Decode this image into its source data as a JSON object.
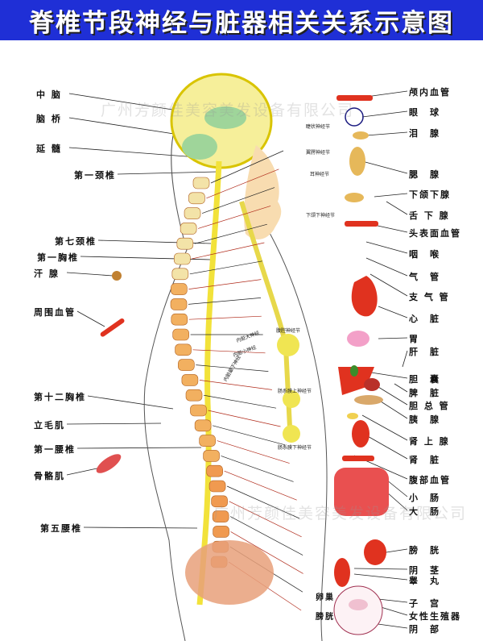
{
  "title": "脊椎节段神经与脏器相关关系示意图",
  "watermark": "广州芳颜佳美容美发设备有限公司",
  "left_labels": [
    "中 脑",
    "脑 桥",
    "延 髓",
    "第一颈椎",
    "第七颈椎",
    "第一胸椎",
    "汗 腺",
    "周围血管",
    "第十二胸椎",
    "立毛肌",
    "第一腰椎",
    "骨骼肌",
    "第五腰椎"
  ],
  "right_labels": [
    "颅内血管",
    "眼　球",
    "泪　腺",
    "腮　腺",
    "下颌下腺",
    "舌 下 腺",
    "头表面血管",
    "咽　喉",
    "气　管",
    "支 气 管",
    "心　脏",
    "胃",
    "肝　脏",
    "胆　囊",
    "脾　脏",
    "胆 总 管",
    "胰　腺",
    "肾 上 腺",
    "肾　脏",
    "腹部血管",
    "小　肠",
    "大　肠",
    "膀　胱",
    "阴　茎",
    "睾　丸",
    "子　宫",
    "女性生殖器",
    "阴　部"
  ],
  "inner_labels": [
    "卵巢",
    "膀胱"
  ],
  "ganglia_labels": [
    "睫状神经节",
    "翼腭神经节",
    "耳神经节",
    "下颌下神经节",
    "腹腔神经节",
    "内脏大神经",
    "内脏小神经",
    "内脏最下神经",
    "肠系膜上神经节",
    "肠系膜下神经节"
  ],
  "colors": {
    "title_bg": "#1f2fd6",
    "nerve_yellow": "#f2e23a",
    "organ_red": "#e0321f",
    "vessel_blue": "#1a1a80"
  }
}
